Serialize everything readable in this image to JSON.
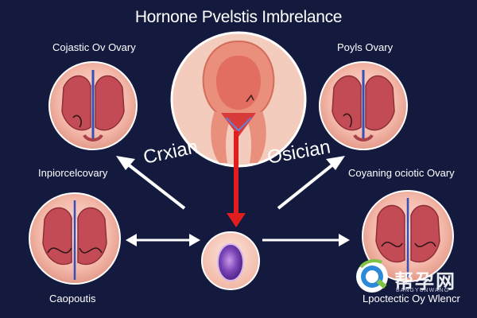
{
  "title": "Hornone Pvelstis Imbrelance",
  "labels": {
    "top_left": "Cojastic Ov Ovary",
    "top_right": "Poyls Ovary",
    "mid_left_text": "Crxian",
    "mid_right_text": "Osician",
    "left_middle": "Inpiorcelcovary",
    "right_middle": "Coyaning ociotic Ovary",
    "bottom_left": "Caopoutis",
    "bottom_right": "Lpoctectic Oy Wlencr"
  },
  "watermark": {
    "text": "帮孕网",
    "sub": "BANGYUNWANG"
  },
  "colors": {
    "background": "#141a3e",
    "circle_fill": "#f6c3b6",
    "circle_stroke": "#e8a697",
    "organ_red": "#b63a45",
    "arrow_white": "#ffffff",
    "arrow_red": "#e21d1d",
    "cell_purple": "#6a3aa8"
  }
}
